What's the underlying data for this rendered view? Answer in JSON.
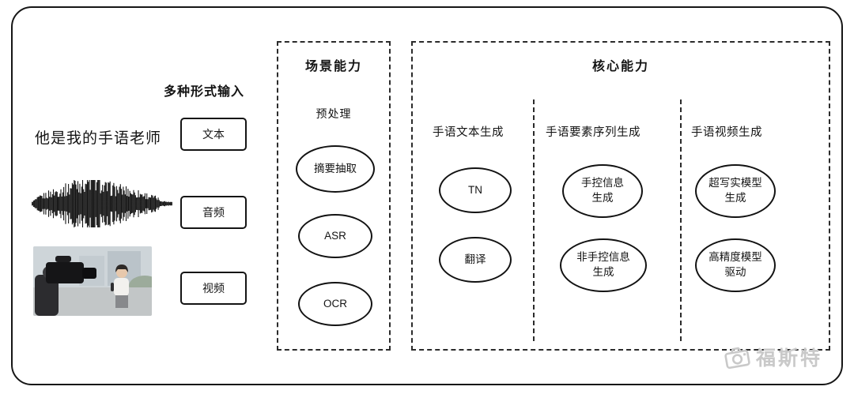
{
  "input_section": {
    "title": "多种形式输入",
    "text_example": "他是我的手语老师",
    "types": [
      {
        "label": "文本"
      },
      {
        "label": "音频"
      },
      {
        "label": "视频"
      }
    ]
  },
  "scene_section": {
    "title": "场景能力",
    "subtitle": "预处理",
    "nodes": [
      {
        "label": "摘要抽取"
      },
      {
        "label": "ASR"
      },
      {
        "label": "OCR"
      }
    ]
  },
  "core_section": {
    "title": "核心能力",
    "columns": [
      {
        "label": "手语文本生成",
        "nodes": [
          {
            "label": "TN"
          },
          {
            "label": "翻译"
          }
        ]
      },
      {
        "label": "手语要素序列生成",
        "nodes": [
          {
            "label": "手控信息\n生成"
          },
          {
            "label": "非手控信息\n生成"
          }
        ]
      },
      {
        "label": "手语视频生成",
        "nodes": [
          {
            "label": "超写实模型\n生成"
          },
          {
            "label": "高精度模型\n驱动"
          }
        ]
      }
    ]
  },
  "watermark": {
    "text": "福斯特"
  },
  "colors": {
    "frame": "#161616",
    "dashed_border": "#2b2b2b",
    "watermark": "#c9c9c9"
  }
}
